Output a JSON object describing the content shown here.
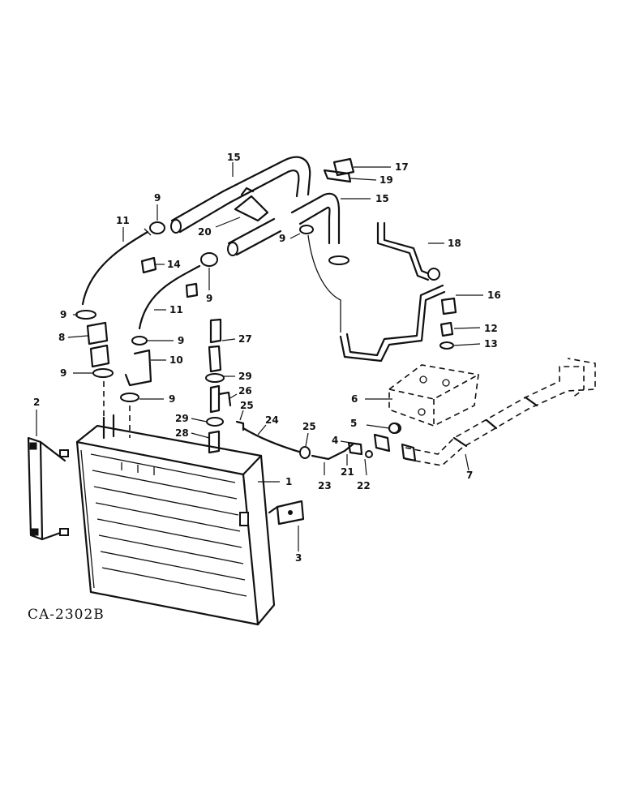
{
  "drawing_code": "CA-2302B",
  "callouts": [
    "1",
    "2",
    "3",
    "4",
    "5",
    "6",
    "7",
    "8",
    "9",
    "9",
    "9",
    "9",
    "9",
    "9",
    "9",
    "10",
    "11",
    "11",
    "12",
    "13",
    "14",
    "15",
    "15",
    "16",
    "17",
    "18",
    "19",
    "20",
    "21",
    "22",
    "23",
    "24",
    "25",
    "25",
    "26",
    "27",
    "28",
    "29",
    "29"
  ]
}
